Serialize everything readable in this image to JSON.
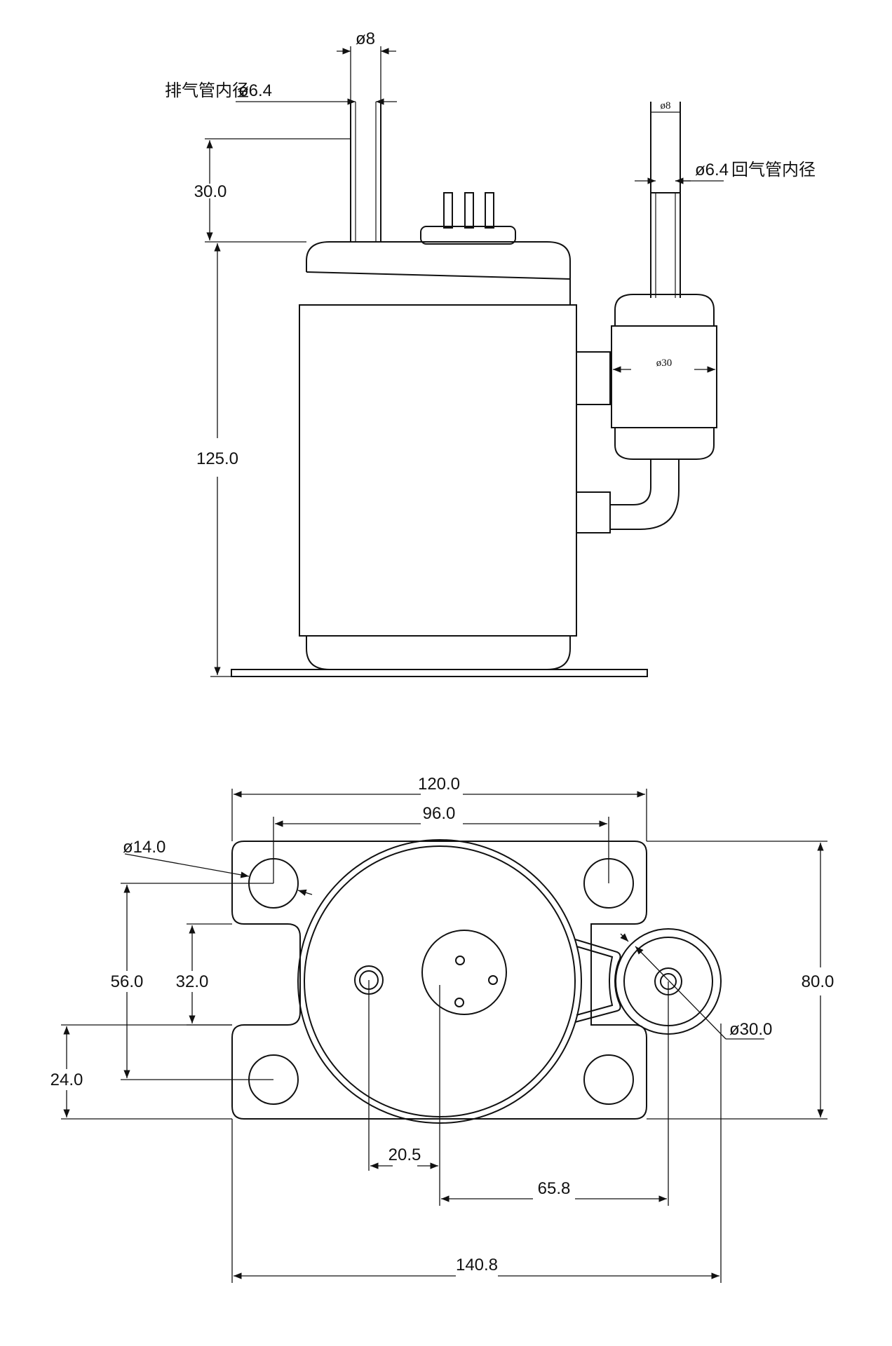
{
  "colors": {
    "line": "#111111",
    "background": "#ffffff"
  },
  "side_view": {
    "discharge_outer_dia": "ø8",
    "discharge_inner_label": "排气管内径",
    "discharge_inner_dia": "ø6.4",
    "discharge_pipe_height": "30.0",
    "body_height": "125.0",
    "suction_outer_dia": "ø8",
    "suction_inner_dia": "ø6.4",
    "suction_inner_label": "回气管内径",
    "accumulator_dia": "ø30"
  },
  "top_view": {
    "overall_width": "120.0",
    "hole_spacing": "96.0",
    "hole_dia": "ø14.0",
    "dim_56": "56.0",
    "dim_32": "32.0",
    "dim_24": "24.0",
    "overall_depth": "80.0",
    "accumulator_dia": "ø30.0",
    "offset_20_5": "20.5",
    "offset_65_8": "65.8",
    "total_width": "140.8"
  }
}
